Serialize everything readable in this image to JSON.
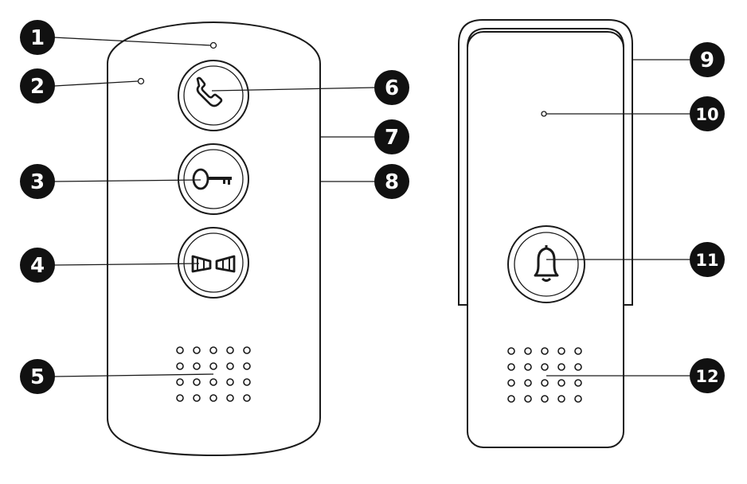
{
  "callouts": [
    {
      "id": 1,
      "label": "1"
    },
    {
      "id": 2,
      "label": "2"
    },
    {
      "id": 3,
      "label": "3"
    },
    {
      "id": 4,
      "label": "4"
    },
    {
      "id": 5,
      "label": "5"
    },
    {
      "id": 6,
      "label": "6"
    },
    {
      "id": 7,
      "label": "7"
    },
    {
      "id": 8,
      "label": "8"
    },
    {
      "id": 9,
      "label": "9"
    },
    {
      "id": 10,
      "label": "10"
    },
    {
      "id": 11,
      "label": "11"
    },
    {
      "id": 12,
      "label": "12"
    }
  ],
  "icons": {
    "call_button": "phone-handset-icon",
    "unlock_button": "key-icon",
    "gate_button": "gate-icon",
    "bell_button": "bell-icon"
  },
  "speaker_grid": {
    "rows": 4,
    "cols": 5
  },
  "colors": {
    "line": "#1a1a1a",
    "badge": "#111111",
    "background": "#ffffff"
  }
}
